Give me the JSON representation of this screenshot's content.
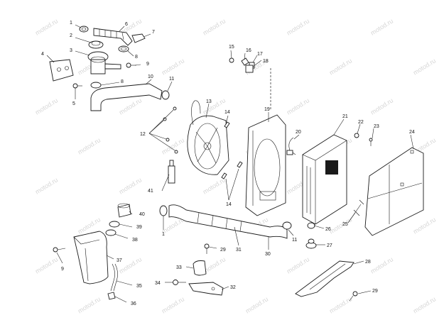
{
  "watermark": {
    "text": "motod.ru"
  },
  "callouts": {
    "c1a": "1",
    "c1b": "1",
    "c2": "2",
    "c3": "3",
    "c4": "4",
    "c5": "5",
    "c6": "6",
    "c7": "7",
    "c8a": "8",
    "c8b": "8",
    "c9a": "9",
    "c9b": "9",
    "c10": "10",
    "c11a": "11",
    "c11b": "11",
    "c12": "12",
    "c13": "13",
    "c14a": "14",
    "c14b": "14",
    "c15": "15",
    "c16": "16",
    "c17": "17",
    "c18": "18",
    "c19": "19",
    "c20": "20",
    "c21": "21",
    "c22": "22",
    "c23": "23",
    "c24": "24",
    "c25": "25",
    "c26": "26",
    "c27": "27",
    "c28": "28",
    "c29a": "29",
    "c29b": "29",
    "c30": "30",
    "c31": "31",
    "c32": "32",
    "c33": "33",
    "c34": "34",
    "c35": "35",
    "c36": "36",
    "c37": "37",
    "c38": "38",
    "c39": "39",
    "c40": "40",
    "c41": "41"
  }
}
